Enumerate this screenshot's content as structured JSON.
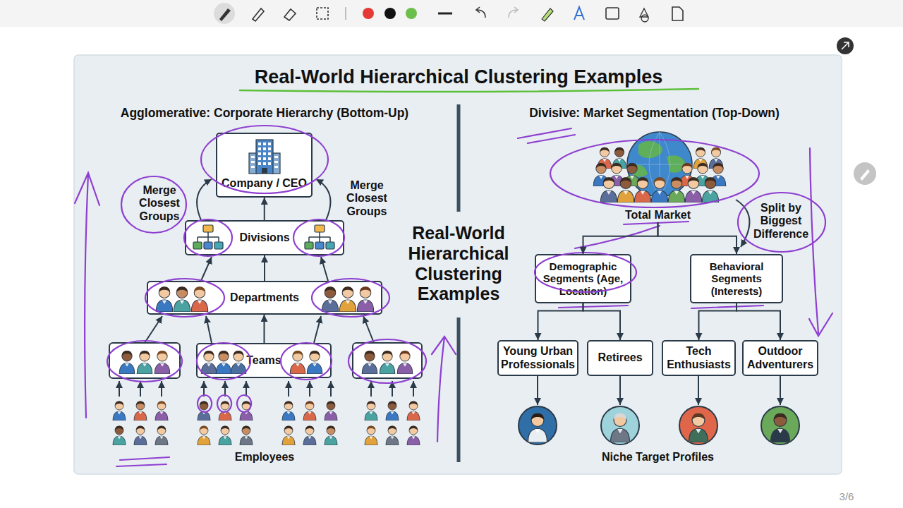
{
  "diagram": {
    "title": "Real-World Hierarchical Clustering Examples",
    "nodes": [
      {
        "text": [
          "Company / CEO"
        ]
      },
      {
        "text": [
          "Divisions"
        ]
      },
      {
        "text": [
          "Departments"
        ]
      },
      {
        "text": [
          "Teams"
        ]
      },
      {
        "text": [
          "Total Market"
        ]
      },
      {
        "text": [
          "Demographic Segments (Age, Location)"
        ]
      },
      {
        "text": [
          "Behavioral Segments (Interests)"
        ]
      },
      {
        "text": [
          "Young Urban Professionals"
        ]
      },
      {
        "text": [
          "Retirees"
        ]
      },
      {
        "text": [
          "Tech Enthusiasts"
        ]
      },
      {
        "text": [
          "Outdoor Adventurers"
        ]
      }
    ],
    "edges": [
      {
        "from": 3,
        "to": 2,
        "arrow": "to"
      },
      {
        "from": 2,
        "to": 1,
        "arrow": "to"
      },
      {
        "from": 1,
        "to": 0,
        "arrow": "to"
      },
      {
        "from": 4,
        "to": 5,
        "arrow": "to"
      },
      {
        "from": 4,
        "to": 6,
        "arrow": "to"
      },
      {
        "from": 5,
        "to": 7,
        "arrow": "to"
      },
      {
        "from": 5,
        "to": 8,
        "arrow": "to"
      },
      {
        "from": 6,
        "to": 9,
        "arrow": "to"
      },
      {
        "from": 6,
        "to": 10,
        "arrow": "to"
      }
    ],
    "labels": [
      "Agglomerative: Corporate Hierarchy (Bottom-Up)",
      "Divisive: Market Segmentation (Top-Down)",
      "Merge Closest Groups",
      "Merge Closest Groups",
      "Real-World Hierarchical Clustering Examples",
      "Split by Biggest Difference",
      "Employees",
      "Niche Target Profiles",
      "3/6"
    ]
  }
}
